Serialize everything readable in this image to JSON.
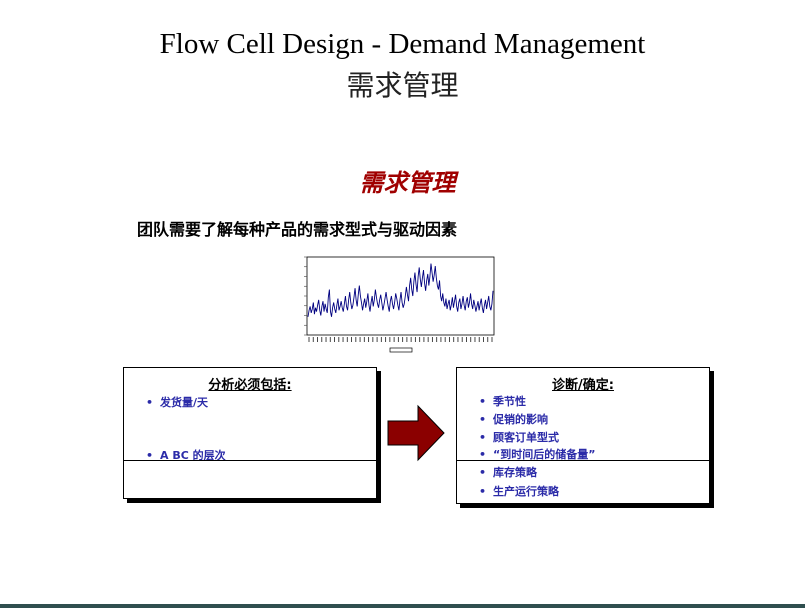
{
  "slide": {
    "title_en": "Flow Cell Design - Demand Management",
    "title_cn": "需求管理",
    "subtitle": "需求管理",
    "intro": "团队需要了解每种产品的需求型式与驱动因素"
  },
  "left_box": {
    "title": "分析必须包括:",
    "items": [
      "发货量/天",
      "A BC 的层次"
    ]
  },
  "right_box": {
    "title": "诊断/确定:",
    "items_top": [
      "季节性",
      "促销的影响",
      "顾客订单型式",
      "“到时间后的储备量”"
    ],
    "items_bottom": [
      "库存策略",
      "生产运行策略"
    ]
  },
  "colors": {
    "subtitle": "#a00000",
    "bullet_text": "#2b2ba8",
    "arrow_fill": "#8b0000",
    "series_line": "#000080"
  },
  "chart_data": {
    "type": "line",
    "series": [
      {
        "values": [
          14,
          19,
          22,
          17,
          20,
          25,
          16,
          21,
          18,
          23,
          27,
          19,
          15,
          22,
          26,
          18,
          24,
          20,
          17,
          29,
          35,
          18,
          14,
          21,
          25,
          20,
          17,
          23,
          28,
          19,
          22,
          26,
          21,
          18,
          24,
          30,
          22,
          19,
          27,
          33,
          25,
          20,
          23,
          29,
          36,
          27,
          22,
          31,
          38,
          30,
          25,
          19,
          24,
          28,
          21,
          26,
          32,
          23,
          18,
          25,
          30,
          22,
          27,
          35,
          29,
          24,
          21,
          27,
          31,
          25,
          19,
          23,
          28,
          33,
          27,
          22,
          18,
          26,
          30,
          24,
          20,
          25,
          32,
          28,
          23,
          19,
          27,
          33,
          25,
          21,
          24,
          30,
          37,
          31,
          26,
          38,
          44,
          35,
          30,
          41,
          48,
          39,
          33,
          45,
          52,
          43,
          37,
          44,
          50,
          40,
          34,
          42,
          47,
          38,
          45,
          55,
          48,
          41,
          46,
          53,
          44,
          38,
          35,
          42,
          30,
          26,
          32,
          25,
          22,
          28,
          20,
          24,
          27,
          19,
          23,
          29,
          21,
          26,
          31,
          22,
          18,
          25,
          28,
          20,
          24,
          30,
          23,
          19,
          26,
          29,
          21,
          25,
          32,
          24,
          20,
          27,
          23,
          18,
          22,
          26,
          19,
          24,
          28,
          21,
          17,
          23,
          27,
          20,
          25,
          30,
          22,
          19,
          24,
          34
        ]
      }
    ]
  }
}
